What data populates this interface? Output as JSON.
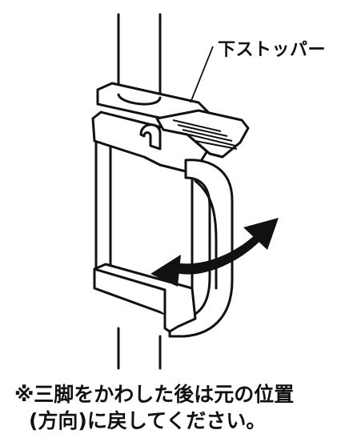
{
  "callout": {
    "label": "下ストッパー"
  },
  "note": {
    "line1": "※三脚をかわした後は元の位置",
    "line2": "(方向)に戻してください。"
  },
  "colors": {
    "line": "#111111",
    "fill": "#ffffff",
    "arrow": "#111111"
  },
  "icons": {
    "arrow": "double-curved-arrow-icon"
  }
}
